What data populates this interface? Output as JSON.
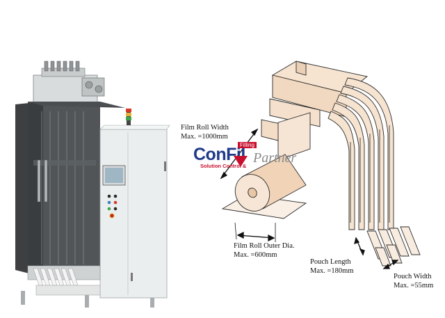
{
  "labels": {
    "film_roll_width": {
      "title": "Film Roll Width",
      "value": "Max. =1000mm"
    },
    "film_roll_outer_dia": {
      "title": "Film Roll Outer Dia.",
      "value": "Max. =600mm"
    },
    "pouch_length": {
      "title": "Pouch Length",
      "value": "Max. =180mm"
    },
    "pouch_width": {
      "title": "Pouch Width",
      "value": "Max. =55mm"
    }
  },
  "logo": {
    "brand": "ConFil",
    "tag": "Filling",
    "subtitle": "Solution Control &",
    "partner": "Partner"
  },
  "colors": {
    "logo_blue": "#1f3a8a",
    "logo_red": "#c8102e",
    "film_fill": "#f6e3d0",
    "machine_cabinet": "#e9ecec",
    "machine_glass": "#2c2f31"
  }
}
